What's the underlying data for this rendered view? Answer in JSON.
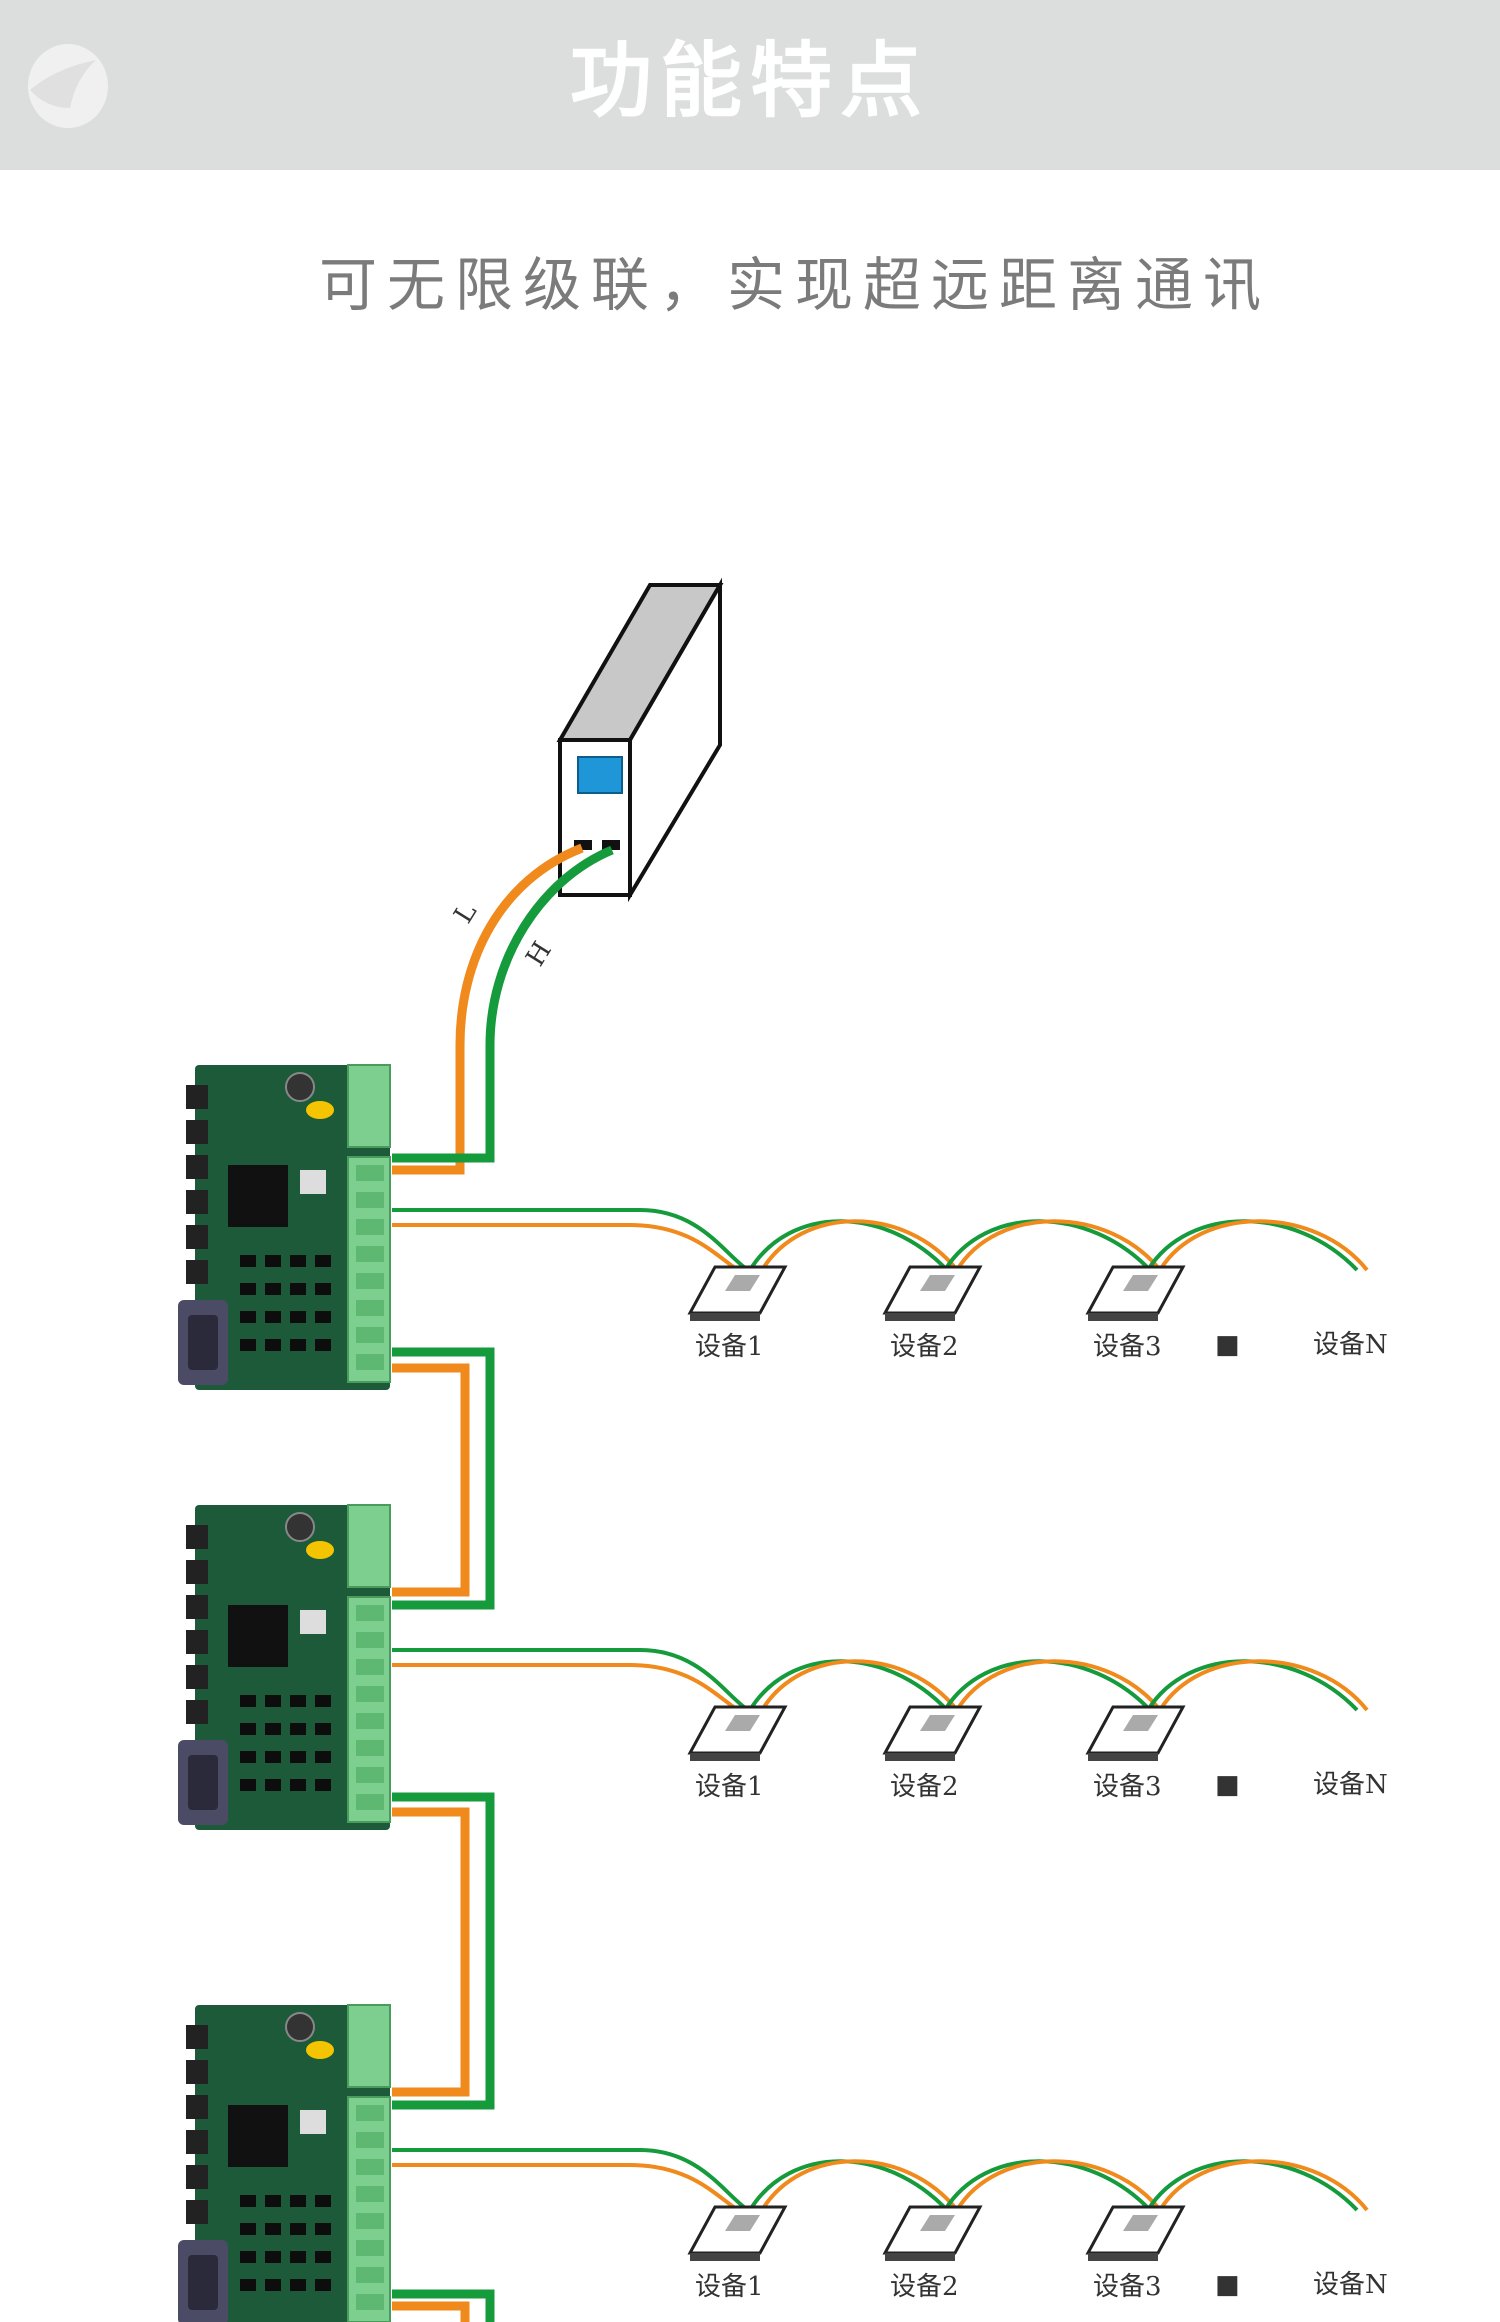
{
  "header": {
    "title": "功能特点",
    "logo_icon": "leaf-logo-icon",
    "background": "#dcdddd"
  },
  "subtitle": "可无限级联，实现超远距离通讯",
  "diagram": {
    "host": {
      "wire_labels": {
        "low": "L",
        "high": "H"
      },
      "screen_color": "#1e96d8"
    },
    "wire_colors": {
      "L": "#f08a1c",
      "H": "#159a3c"
    },
    "board_colors": {
      "pcb": "#1c5a3a",
      "terminal": "#7ccf8e"
    },
    "rows": [
      {
        "devices": [
          "设备1",
          "设备2",
          "设备3"
        ],
        "ellipsis": "■",
        "last": "设备N"
      },
      {
        "devices": [
          "设备1",
          "设备2",
          "设备3"
        ],
        "ellipsis": "■",
        "last": "设备N"
      },
      {
        "devices": [
          "设备1",
          "设备2",
          "设备3"
        ],
        "ellipsis": "■",
        "last": "设备N"
      }
    ]
  }
}
